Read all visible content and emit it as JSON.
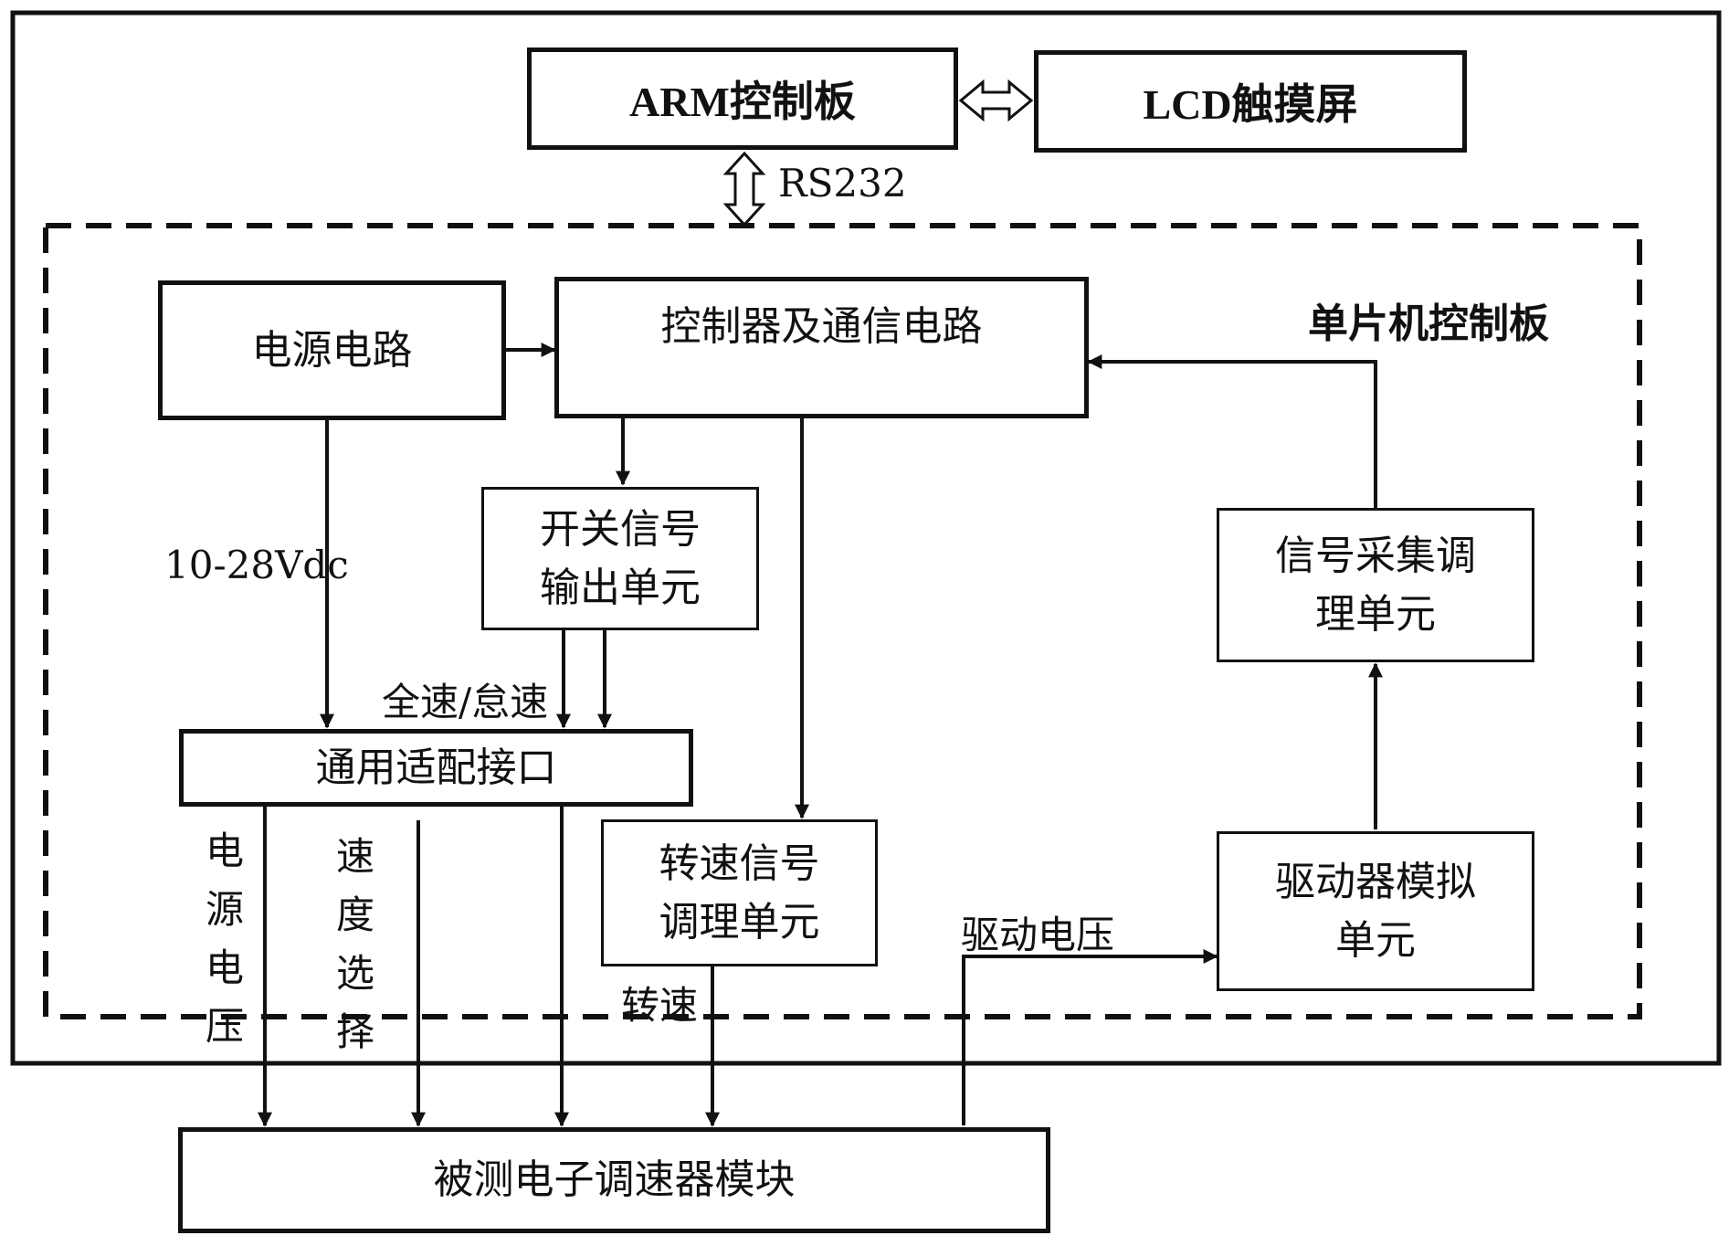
{
  "blocks": {
    "arm_board": "ARM控制板",
    "lcd_screen": "LCD触摸屏",
    "mcu_board_title": "单片机控制板",
    "power_circuit": "电源电路",
    "controller_comm": "控制器及通信电路",
    "switch_output": "开关信号\n输出单元",
    "signal_acquisition": "信号采集调\n理单元",
    "universal_interface": "通用适配接口",
    "speed_signal": "转速信号\n调理单元",
    "driver_simulation": "驱动器模拟\n单元",
    "governor_module": "被测电子调速器模块"
  },
  "labels": {
    "rs232": "RS232",
    "voltage": "10-28Vdc",
    "full_idle": "全速/怠速",
    "power_voltage": "电源电压",
    "speed_select": "速度选择",
    "rpm": "转速",
    "drive_voltage": "驱动电压"
  },
  "colors": {
    "line": "#111111",
    "background": "#ffffff"
  }
}
